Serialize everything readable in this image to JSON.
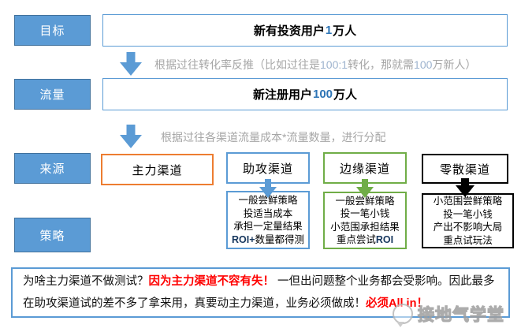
{
  "labels": {
    "goal": "目标",
    "traffic": "流量",
    "source": "来源",
    "strategy": "策略"
  },
  "goal_box": {
    "pre": "新有投资用户",
    "num": "1",
    "post": "万人"
  },
  "traffic_box": {
    "pre": "新注册用户",
    "num": "100",
    "post": "万人"
  },
  "annotations": {
    "conversion": {
      "pre": "根据过往转化率反推（比如过往是",
      "num1": "100:1",
      "mid": "转化，那就需",
      "num2": "100",
      "post": "万新人）"
    },
    "allocation": "根据过往各渠道流量成本*流量数量，进行分配"
  },
  "channels": [
    {
      "label": "主力渠道",
      "color": "#ED7D31"
    },
    {
      "label": "助攻渠道",
      "color": "#5B9BD5"
    },
    {
      "label": "边缘渠道",
      "color": "#70AD47"
    },
    {
      "label": "零散渠道",
      "color": "#000000"
    }
  ],
  "strategies": {
    "assist": {
      "lines": [
        "一般尝鲜策略",
        "投适当成本",
        "承担一定量结果"
      ],
      "latin": "ROI+",
      "tail": "数量都得测"
    },
    "edge": {
      "lines": [
        "一般尝鲜策略",
        "投一笔小钱",
        "小范围承担结果"
      ],
      "head": "重点尝试",
      "latin": "ROI"
    },
    "scatter": {
      "lines": [
        "小范围尝鲜策略",
        "投一笔小钱",
        "产出不影响大局",
        "重点试玩法"
      ]
    }
  },
  "footer": {
    "seg1": "为啥主力渠道不做测试？",
    "seg2": "因为主力渠道不容有失！",
    "seg3": " 一但出问题整个业务都会受影响。因此最多在助攻渠道试的差不多了拿来用，真要动主力渠道，业务必须做成！",
    "seg4": "必须All in！"
  },
  "watermark": {
    "text": "接地气学堂"
  },
  "colors": {
    "blue": "#5B9BD5",
    "blue_dark": "#41719C",
    "orange": "#ED7D31",
    "green": "#70AD47",
    "black": "#000000",
    "gray_text": "#A6A6A6",
    "red": "#FF0000",
    "digit_blue": "#2E75B6",
    "latin_navy": "#17375E"
  }
}
